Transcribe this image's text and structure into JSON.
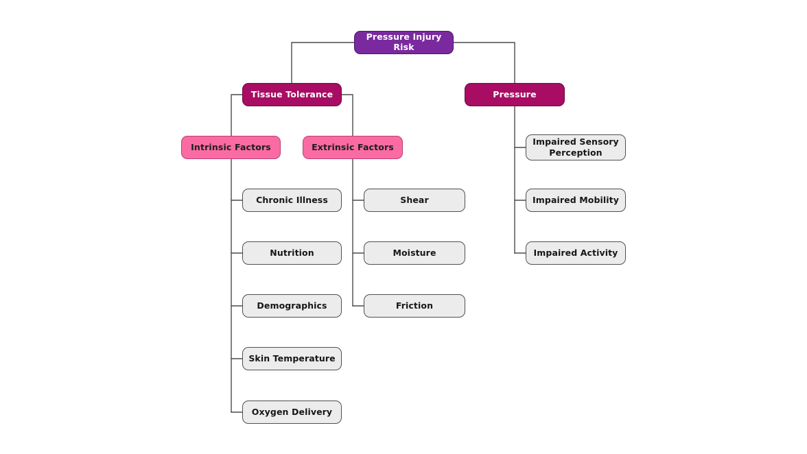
{
  "diagram": {
    "title": "Pressure Injury Risk",
    "type": "hierarchy-tree",
    "background_color": "#ffffff",
    "edge_color": "#4a4a4a",
    "palette": {
      "root_fill": "#7a2a9e",
      "root_border": "#4a1560",
      "root_text": "#ffffff",
      "level1_fill": "#a80c63",
      "level1_border": "#6e0742",
      "level1_text": "#ffffff",
      "level2_fill": "#fa6ba3",
      "level2_border": "#b83f73",
      "level2_text": "#1c1c1c",
      "leaf_fill": "#ececec",
      "leaf_border": "#4f4f4f",
      "leaf_text": "#161616"
    }
  },
  "nodes": {
    "root": {
      "label": "Pressure Injury Risk"
    },
    "tissue_tolerance": {
      "label": "Tissue Tolerance"
    },
    "pressure": {
      "label": "Pressure"
    },
    "intrinsic_factors": {
      "label": "Intrinsic Factors"
    },
    "extrinsic_factors": {
      "label": "Extrinsic Factors"
    },
    "intrinsic_leaves": [
      {
        "label": "Chronic Illness"
      },
      {
        "label": "Nutrition"
      },
      {
        "label": "Demographics"
      },
      {
        "label": "Skin Temperature"
      },
      {
        "label": "Oxygen Delivery"
      }
    ],
    "extrinsic_leaves": [
      {
        "label": "Shear"
      },
      {
        "label": "Moisture"
      },
      {
        "label": "Friction"
      }
    ],
    "pressure_leaves": [
      {
        "label": "Impaired Sensory Perception"
      },
      {
        "label": "Impaired Mobility"
      },
      {
        "label": "Impaired Activity"
      }
    ]
  }
}
